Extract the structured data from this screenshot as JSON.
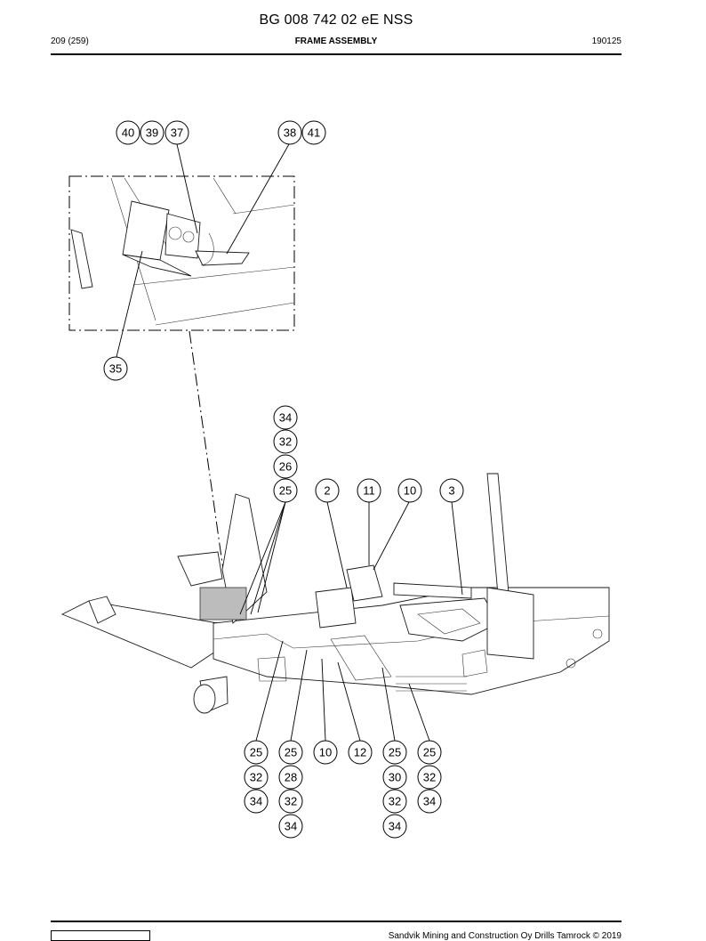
{
  "header": {
    "document_id": "BG 008 742 02 eE NSS",
    "page": "209 (259)",
    "section_title": "FRAME ASSEMBLY",
    "date_code": "190125"
  },
  "footer": {
    "copyright": "Sandvik Mining and Construction Oy Drills Tamrock © 2019"
  },
  "callouts": {
    "c40": "40",
    "c39": "39",
    "c37": "37",
    "c38": "38",
    "c41": "41",
    "c35": "35",
    "stack_a_1": "34",
    "stack_a_2": "32",
    "stack_a_3": "26",
    "stack_a_4": "25",
    "c2": "2",
    "c11": "11",
    "c10_top": "10",
    "c3": "3",
    "b1_1": "25",
    "b1_2": "32",
    "b1_3": "34",
    "b2_1": "25",
    "b2_2": "28",
    "b2_3": "32",
    "b2_4": "34",
    "b3_1": "10",
    "b4_1": "12",
    "b5_1": "25",
    "b5_2": "30",
    "b5_3": "32",
    "b5_4": "34",
    "b6_1": "25",
    "b6_2": "32",
    "b6_3": "34"
  }
}
